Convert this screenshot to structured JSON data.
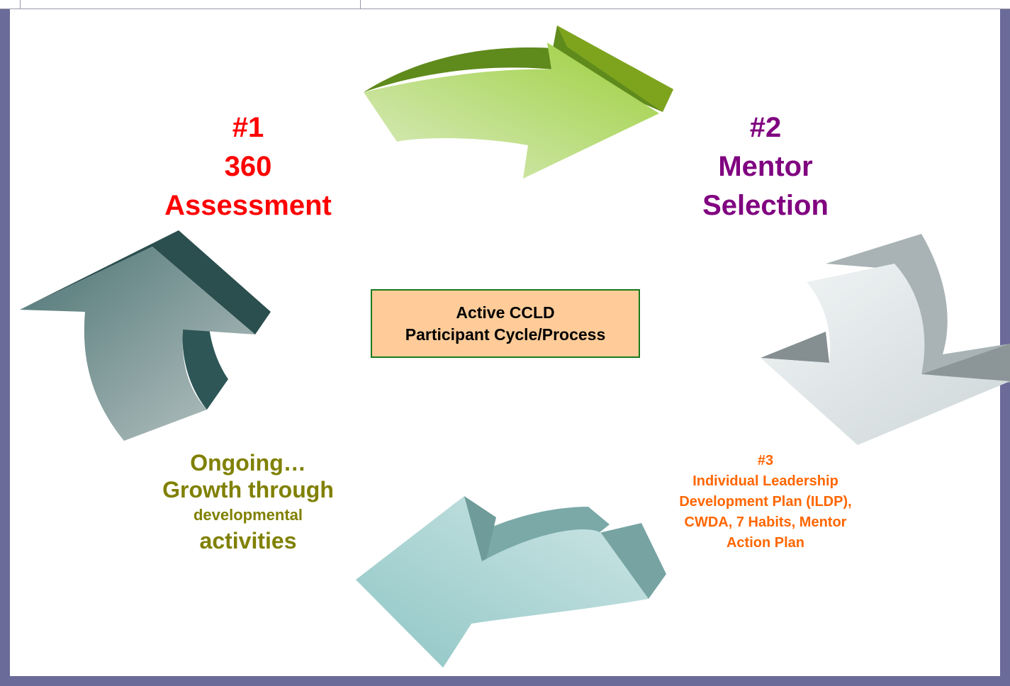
{
  "diagram": {
    "center": {
      "line1": "Active CCLD",
      "line2": "Participant Cycle/Process"
    },
    "steps": [
      {
        "lines": [
          "#1",
          "360",
          "Assessment"
        ],
        "color": "#ff0000"
      },
      {
        "lines": [
          "#2",
          "Mentor",
          "Selection"
        ],
        "color": "#800080"
      },
      {
        "lines": [
          "#3",
          "Individual Leadership",
          "Development Plan (ILDP),",
          "CWDA, 7 Habits, Mentor",
          "Action Plan"
        ],
        "color": "#ff6600"
      },
      {
        "lines": [
          "Ongoing…",
          "Growth through",
          "developmental",
          "activities"
        ],
        "color": "#808000"
      }
    ],
    "arrows": [
      {
        "icon": "curved-arrow-right-icon",
        "color": "#8fc43c"
      },
      {
        "icon": "curved-arrow-down-icon",
        "color": "#c8d4d6"
      },
      {
        "icon": "curved-arrow-left-icon",
        "color": "#8ec3c2"
      },
      {
        "icon": "curved-arrow-up-icon",
        "color": "#4f7272"
      }
    ],
    "frame_color": "#6b6b9a"
  }
}
